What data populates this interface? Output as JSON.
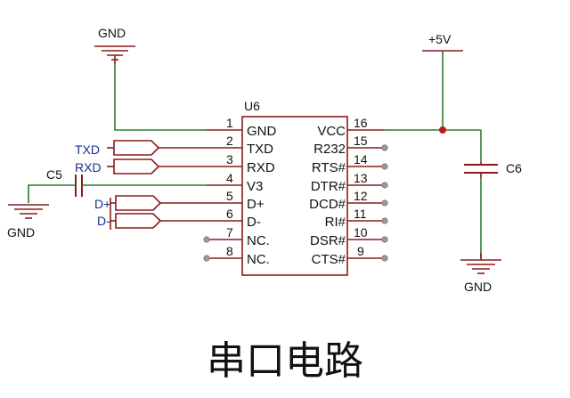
{
  "ic": {
    "ref": "U6",
    "left_pins": [
      {
        "num": "1",
        "name": "GND"
      },
      {
        "num": "2",
        "name": "TXD"
      },
      {
        "num": "3",
        "name": "RXD"
      },
      {
        "num": "4",
        "name": "V3"
      },
      {
        "num": "5",
        "name": "D+"
      },
      {
        "num": "6",
        "name": "D-"
      },
      {
        "num": "7",
        "name": "NC."
      },
      {
        "num": "8",
        "name": "NC."
      }
    ],
    "right_pins": [
      {
        "num": "16",
        "name": "VCC"
      },
      {
        "num": "15",
        "name": "R232"
      },
      {
        "num": "14",
        "name": "RTS#"
      },
      {
        "num": "13",
        "name": "DTR#"
      },
      {
        "num": "12",
        "name": "DCD#"
      },
      {
        "num": "11",
        "name": "RI#"
      },
      {
        "num": "10",
        "name": "DSR#"
      },
      {
        "num": "9",
        "name": "CTS#"
      }
    ]
  },
  "labels": {
    "gnd_top": "GND",
    "gnd_left": "GND",
    "gnd_right": "GND",
    "vcc": "+5V",
    "cap_left": "C5",
    "cap_right": "C6",
    "net_txd": "TXD",
    "net_rxd": "RXD",
    "net_dp": "D+",
    "net_dm": "D-"
  },
  "title": "串口电路",
  "colors": {
    "wire": "#2f7a2f",
    "symbol": "#8b1a1a",
    "net_label": "#1b2f8c"
  }
}
